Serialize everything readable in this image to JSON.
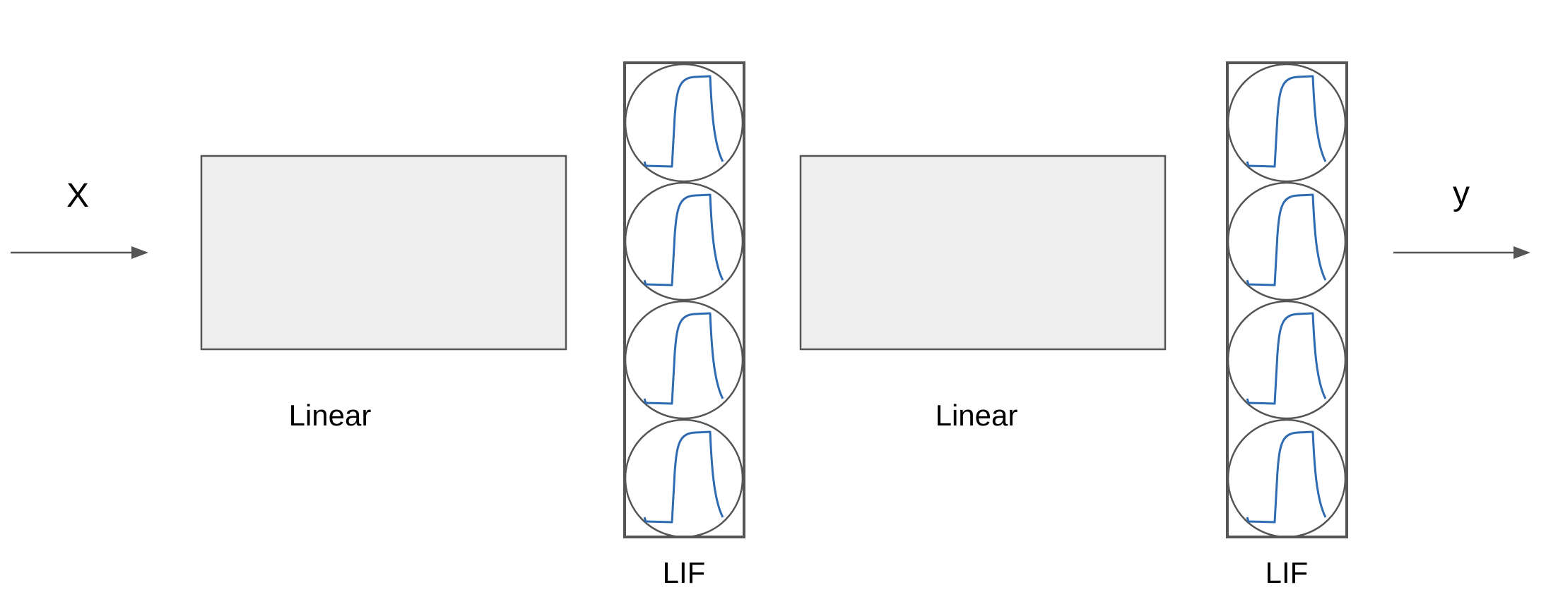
{
  "diagram": {
    "input": {
      "label": "X"
    },
    "output": {
      "label": "y"
    },
    "layers": [
      {
        "type": "linear",
        "label": "Linear"
      },
      {
        "type": "lif",
        "label": "LIF",
        "neuron_count": 4
      },
      {
        "type": "linear",
        "label": "Linear"
      },
      {
        "type": "lif",
        "label": "LIF",
        "neuron_count": 4
      }
    ]
  },
  "colors": {
    "linear_fill": "#eeeeee",
    "outline": "#555555",
    "spike_trace": "#2e6bb0"
  }
}
